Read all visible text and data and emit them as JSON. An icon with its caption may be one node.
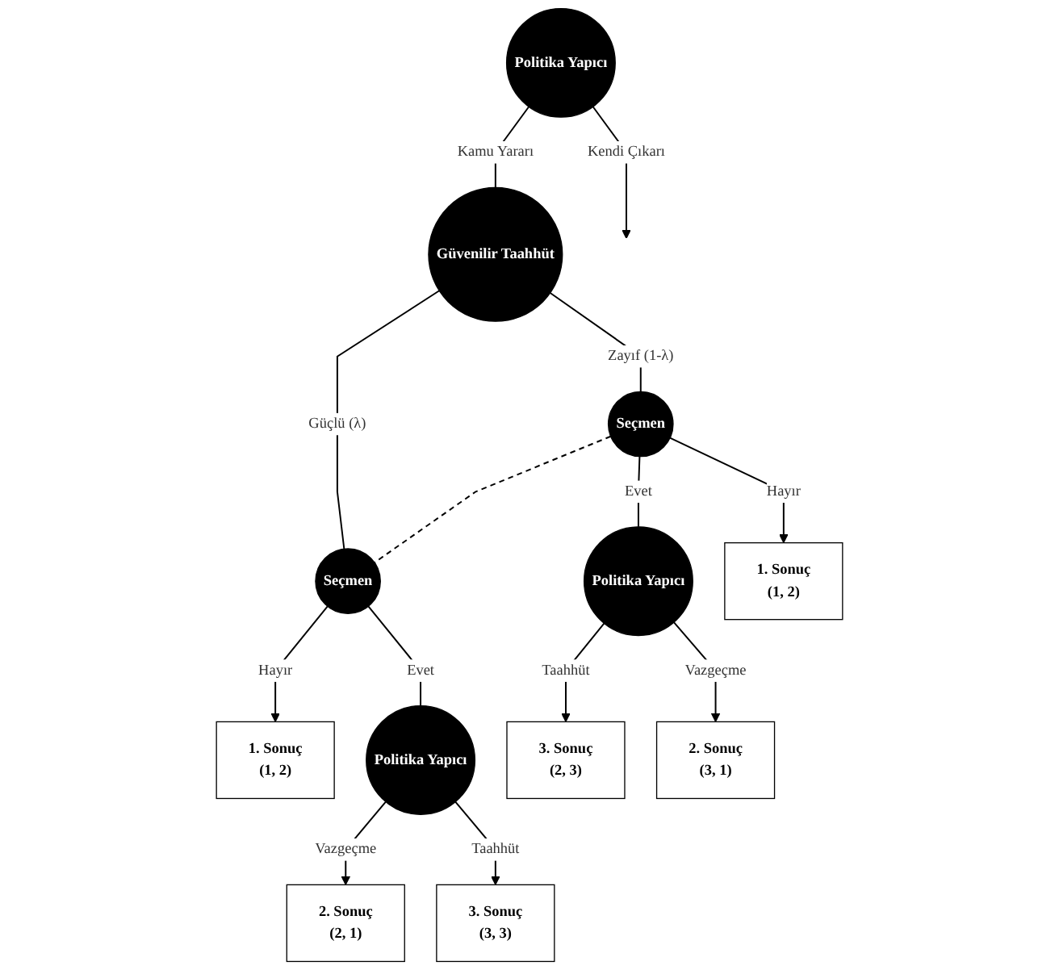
{
  "diagram": {
    "nodes": [
      {
        "text": [
          "Politika Yapıcı"
        ]
      },
      {
        "text": [
          "Güvenilir Taahhüt"
        ]
      },
      {
        "text": [
          "Seçmen"
        ]
      },
      {
        "text": [
          "Seçmen"
        ]
      },
      {
        "text": [
          "Politika Yapıcı"
        ]
      },
      {
        "text": [
          "1. Sonuç",
          "(1, 2)"
        ]
      },
      {
        "text": [
          "1. Sonuç",
          "(1, 2)"
        ]
      },
      {
        "text": [
          "Politika Yapıcı"
        ]
      },
      {
        "text": [
          "3. Sonuç",
          "(2, 3)"
        ]
      },
      {
        "text": [
          "2. Sonuç",
          "(3, 1)"
        ]
      },
      {
        "text": [
          "2. Sonuç",
          "(2, 1)"
        ]
      },
      {
        "text": [
          "3. Sonuç",
          "(3, 3)"
        ]
      }
    ],
    "edges": [
      {
        "from": 0,
        "to": null,
        "arrow": "to",
        "label": "Kendi Çıkarı"
      },
      {
        "from": 0,
        "to": 1,
        "arrow": "none",
        "label": "Kamu Yararı"
      },
      {
        "from": 1,
        "to": 2,
        "arrow": "none",
        "label": "Zayıf (1-λ)"
      },
      {
        "from": 1,
        "to": 3,
        "arrow": "none",
        "label": "Güçlü (λ)"
      },
      {
        "from": 2,
        "to": 3,
        "arrow": "none",
        "style": "dashed"
      },
      {
        "from": 2,
        "to": 4,
        "arrow": "none",
        "label": "Evet"
      },
      {
        "from": 2,
        "to": 5,
        "arrow": "to",
        "label": "Hayır"
      },
      {
        "from": 3,
        "to": 6,
        "arrow": "to",
        "label": "Hayır"
      },
      {
        "from": 3,
        "to": 7,
        "arrow": "none",
        "label": "Evet"
      },
      {
        "from": 4,
        "to": 8,
        "arrow": "to",
        "label": "Taahhüt"
      },
      {
        "from": 4,
        "to": 9,
        "arrow": "to",
        "label": "Vazgeçme"
      },
      {
        "from": 7,
        "to": 10,
        "arrow": "to",
        "label": "Vazgeçme"
      },
      {
        "from": 7,
        "to": 11,
        "arrow": "to",
        "label": "Taahhüt"
      }
    ]
  }
}
